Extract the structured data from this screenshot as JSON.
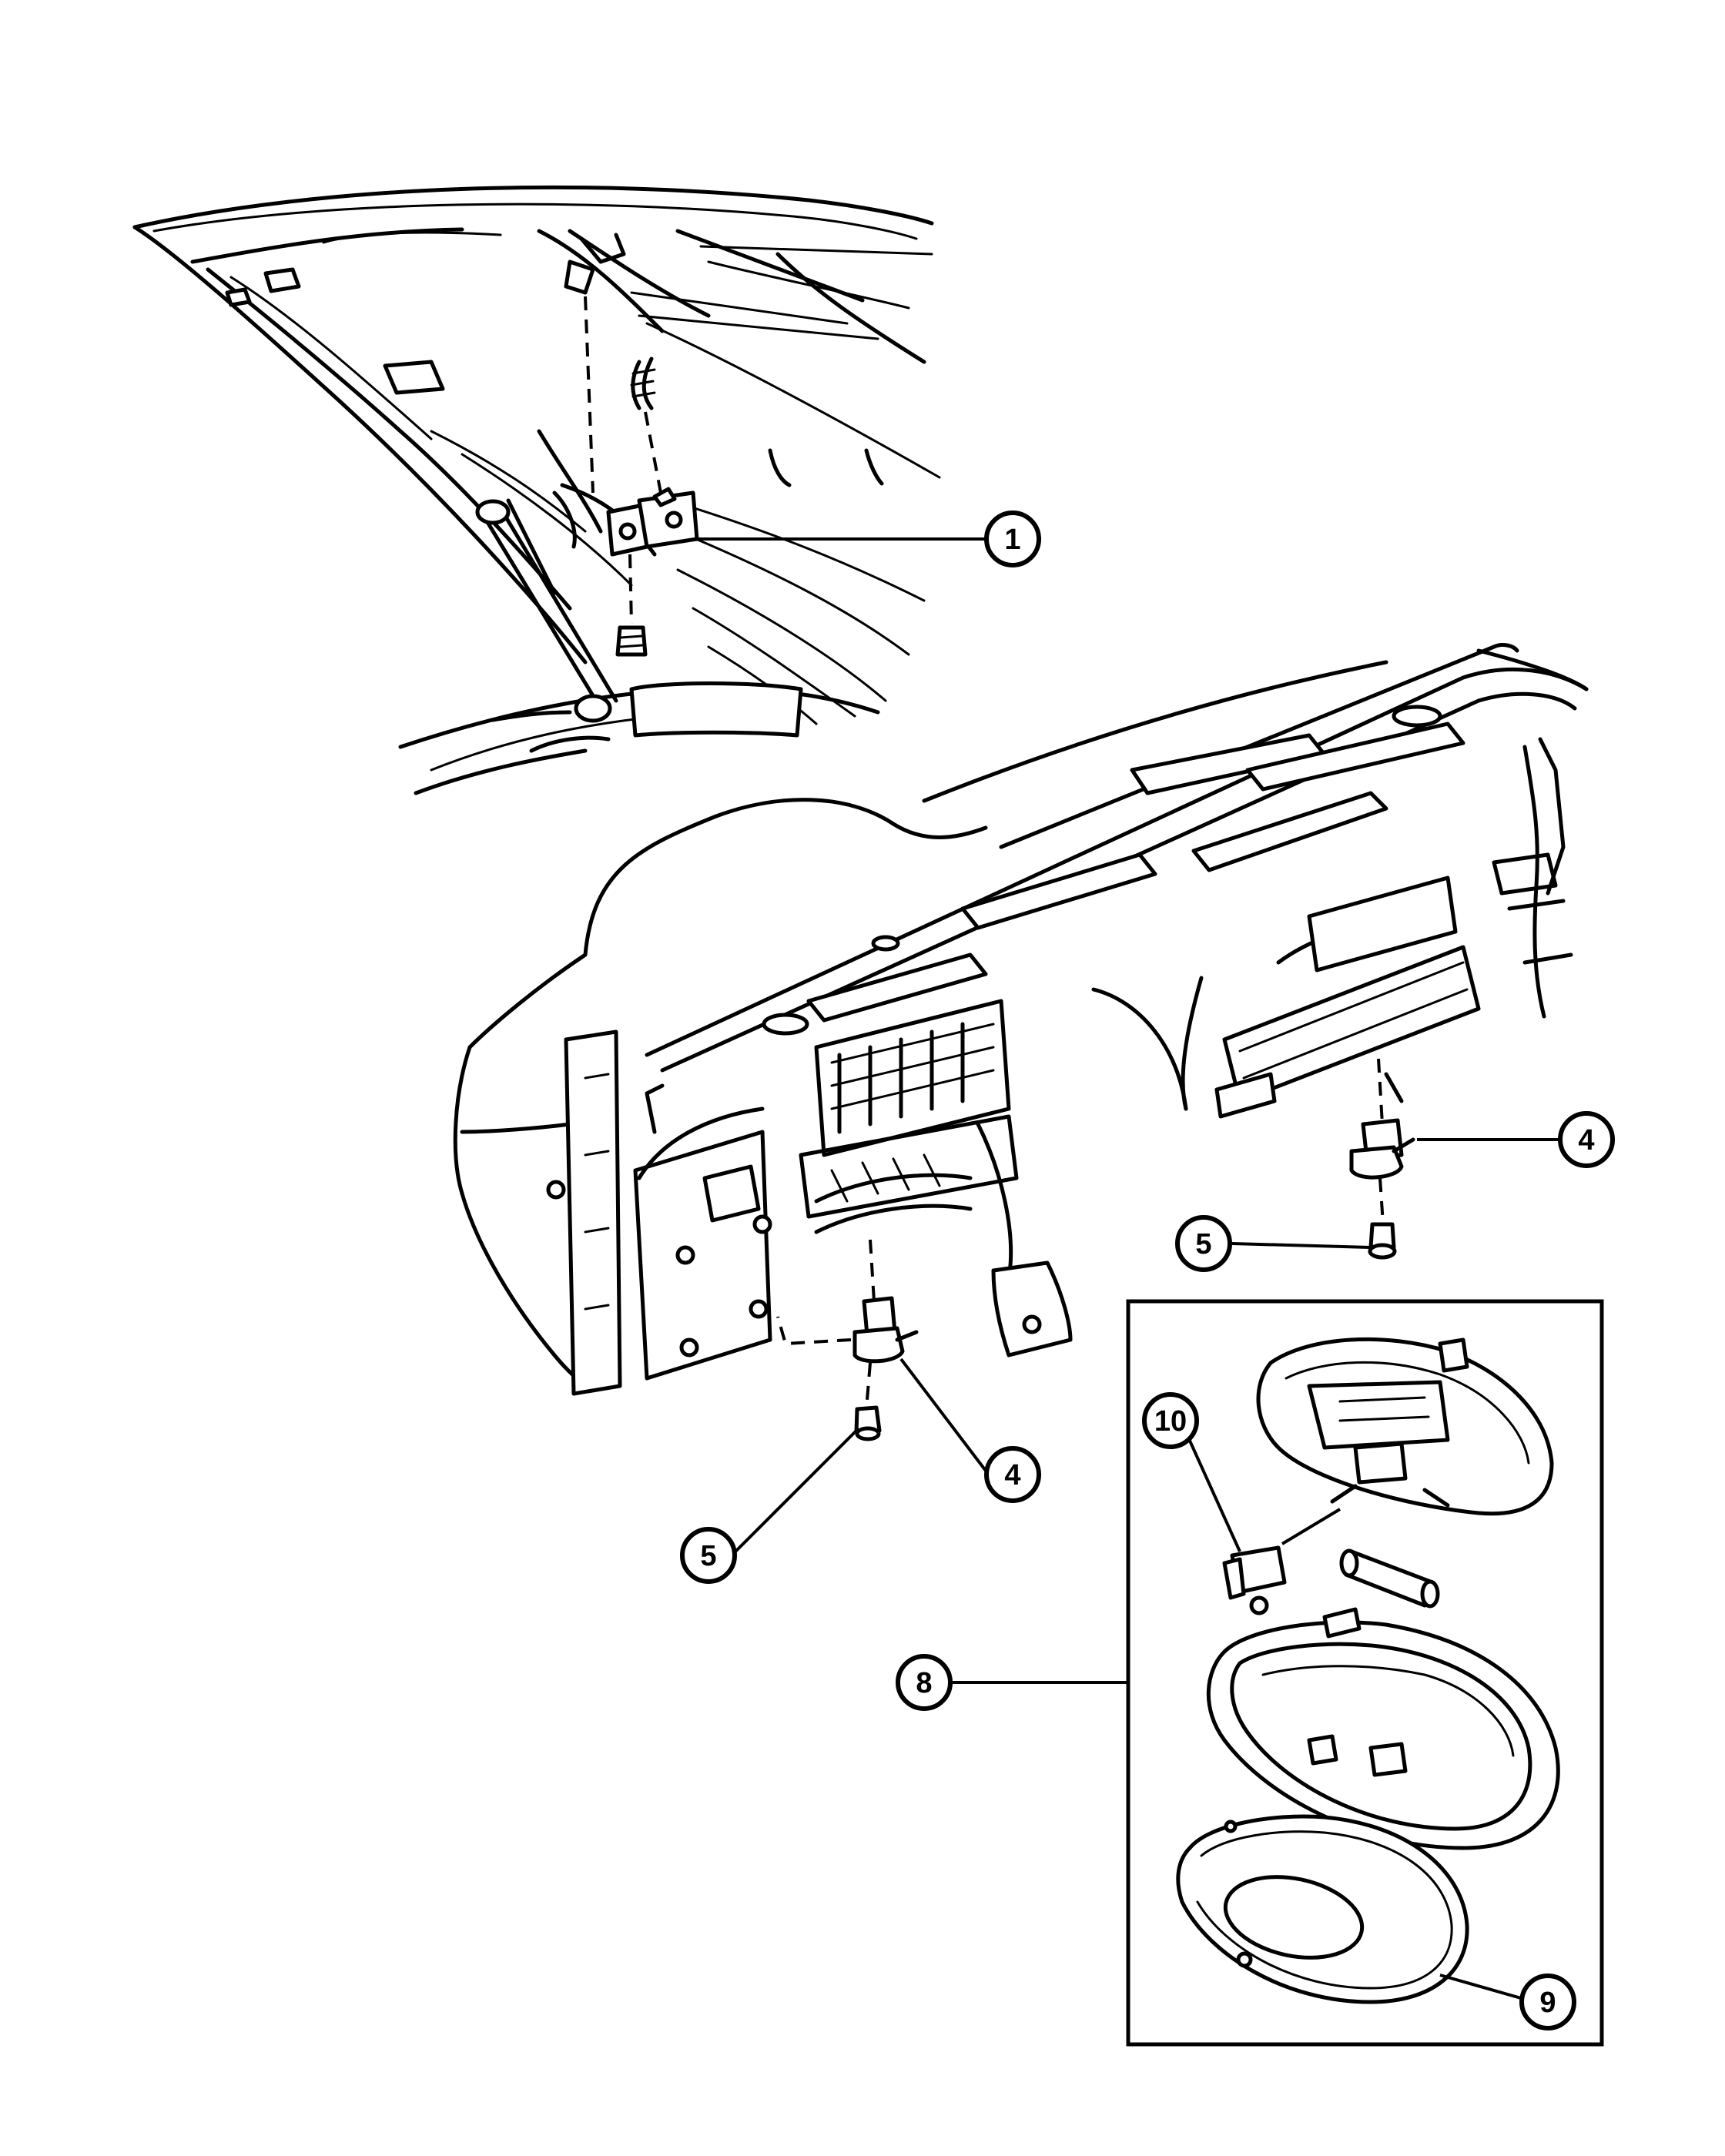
{
  "callouts": [
    {
      "id": "c1",
      "label": "1"
    },
    {
      "id": "c4a",
      "label": "4"
    },
    {
      "id": "c5a",
      "label": "5"
    },
    {
      "id": "c4b",
      "label": "4"
    },
    {
      "id": "c5b",
      "label": "5"
    },
    {
      "id": "c10",
      "label": "10"
    },
    {
      "id": "c8",
      "label": "8"
    },
    {
      "id": "c9",
      "label": "9"
    }
  ]
}
